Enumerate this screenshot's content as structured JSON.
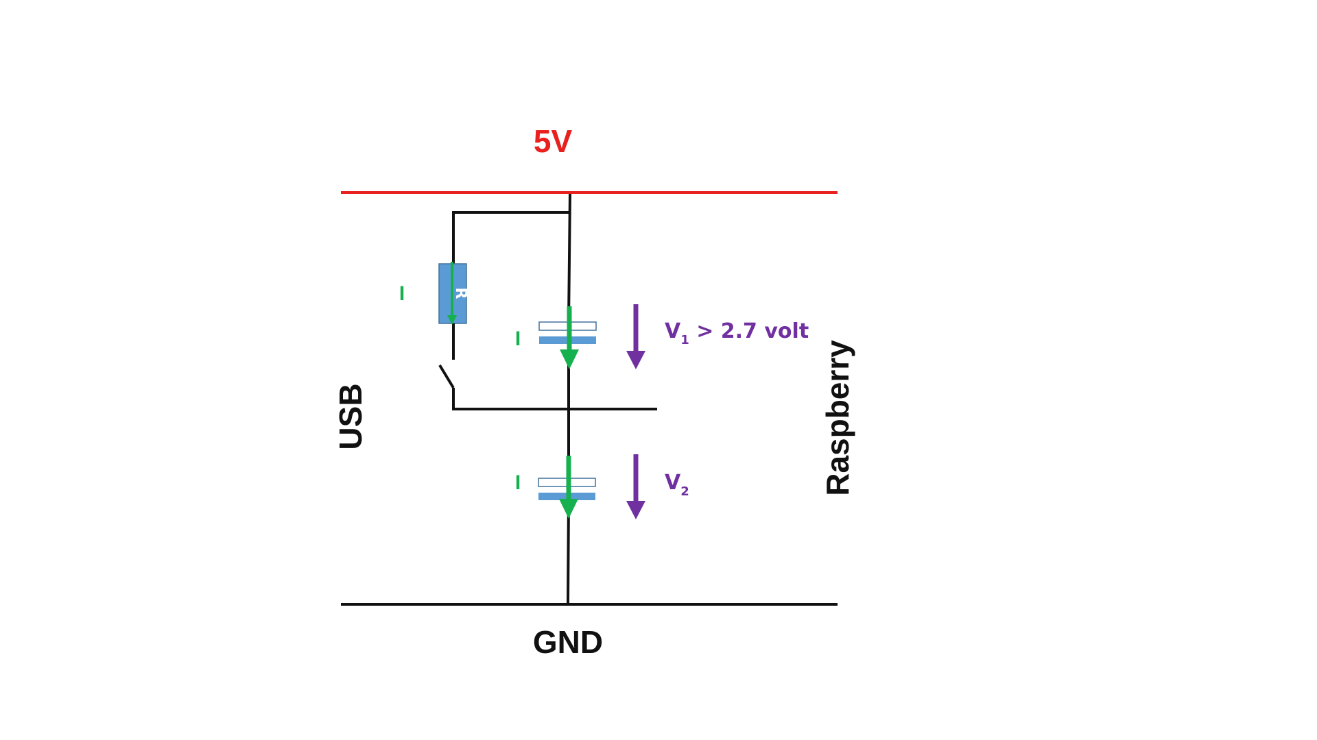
{
  "labels": {
    "supply": "5V",
    "ground": "GND",
    "left_side": "USB",
    "right_side": "Raspberry",
    "resistor": "R",
    "current": "I"
  },
  "voltages": {
    "v1": {
      "symbol": "V",
      "subscript": "1",
      "condition": "> 2.7 volt"
    },
    "v2": {
      "symbol": "V",
      "subscript": "2"
    }
  },
  "colors": {
    "supply_rail": "#e8201e",
    "wire": "#111111",
    "current_arrow": "#16b04f",
    "voltage_arrow": "#7030a0",
    "component_fill": "#5b9bd5",
    "component_outline": "#41719c"
  }
}
